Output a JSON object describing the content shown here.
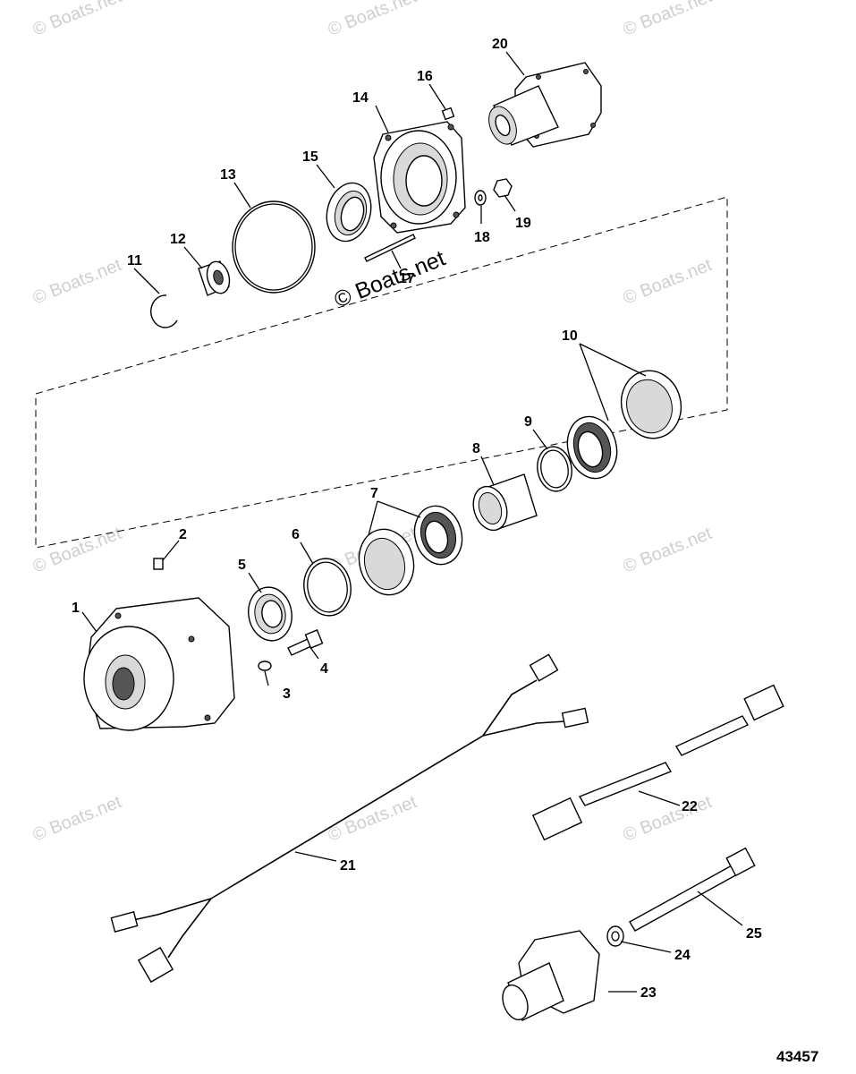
{
  "diagram": {
    "figure_number": "43457",
    "watermark_text": "© Boats.net",
    "parts": [
      {
        "id": "1",
        "label": "1"
      },
      {
        "id": "2",
        "label": "2"
      },
      {
        "id": "3",
        "label": "3"
      },
      {
        "id": "4",
        "label": "4"
      },
      {
        "id": "5",
        "label": "5"
      },
      {
        "id": "6",
        "label": "6"
      },
      {
        "id": "7",
        "label": "7"
      },
      {
        "id": "8",
        "label": "8"
      },
      {
        "id": "9",
        "label": "9"
      },
      {
        "id": "10",
        "label": "10"
      },
      {
        "id": "11",
        "label": "11"
      },
      {
        "id": "12",
        "label": "12"
      },
      {
        "id": "13",
        "label": "13"
      },
      {
        "id": "14",
        "label": "14"
      },
      {
        "id": "15",
        "label": "15"
      },
      {
        "id": "16",
        "label": "16"
      },
      {
        "id": "17",
        "label": "17"
      },
      {
        "id": "18",
        "label": "18"
      },
      {
        "id": "19",
        "label": "19"
      },
      {
        "id": "20",
        "label": "20"
      },
      {
        "id": "21",
        "label": "21"
      },
      {
        "id": "22",
        "label": "22"
      },
      {
        "id": "23",
        "label": "23"
      },
      {
        "id": "24",
        "label": "24"
      },
      {
        "id": "25",
        "label": "25"
      }
    ]
  }
}
